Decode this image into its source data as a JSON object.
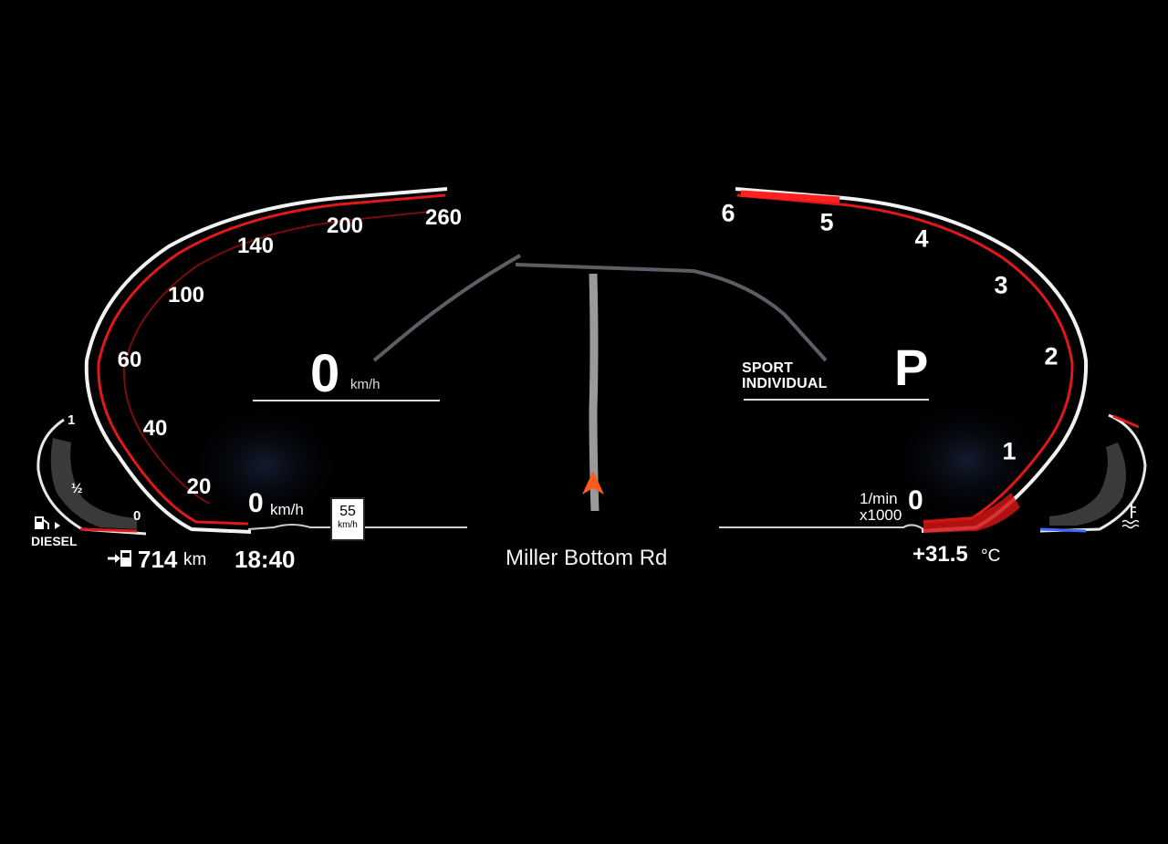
{
  "speedometer": {
    "ticks": [
      "20",
      "40",
      "60",
      "100",
      "140",
      "200",
      "260"
    ],
    "current_speed": "0",
    "current_speed_unit": "km/h",
    "small_speed": "0",
    "small_speed_unit": "km/h"
  },
  "speed_limit": {
    "value": "55",
    "unit": "km/h"
  },
  "tachometer": {
    "ticks": [
      "1",
      "2",
      "3",
      "4",
      "5",
      "6"
    ],
    "zero": "0",
    "unit_line1": "1/min",
    "unit_line2": "x1000"
  },
  "drive_mode": {
    "line1": "SPORT",
    "line2": "INDIVIDUAL",
    "gear": "P"
  },
  "fuel": {
    "full": "1",
    "half": "½",
    "empty": "0",
    "type": "DIESEL",
    "range_value": "714",
    "range_unit": "km"
  },
  "clock": "18:40",
  "navigation": {
    "street": "Miller Bottom Rd"
  },
  "temperature": {
    "value": "+31.5",
    "unit": "°C"
  },
  "colors": {
    "accent_red": "#e01818",
    "navigation_arrow": "#ff5a1f",
    "coolant_blue": "#3a6cff"
  },
  "icons": [
    "fuel-pump-icon",
    "fuel-range-icon",
    "coolant-temperature-icon",
    "navigation-arrow-icon"
  ]
}
